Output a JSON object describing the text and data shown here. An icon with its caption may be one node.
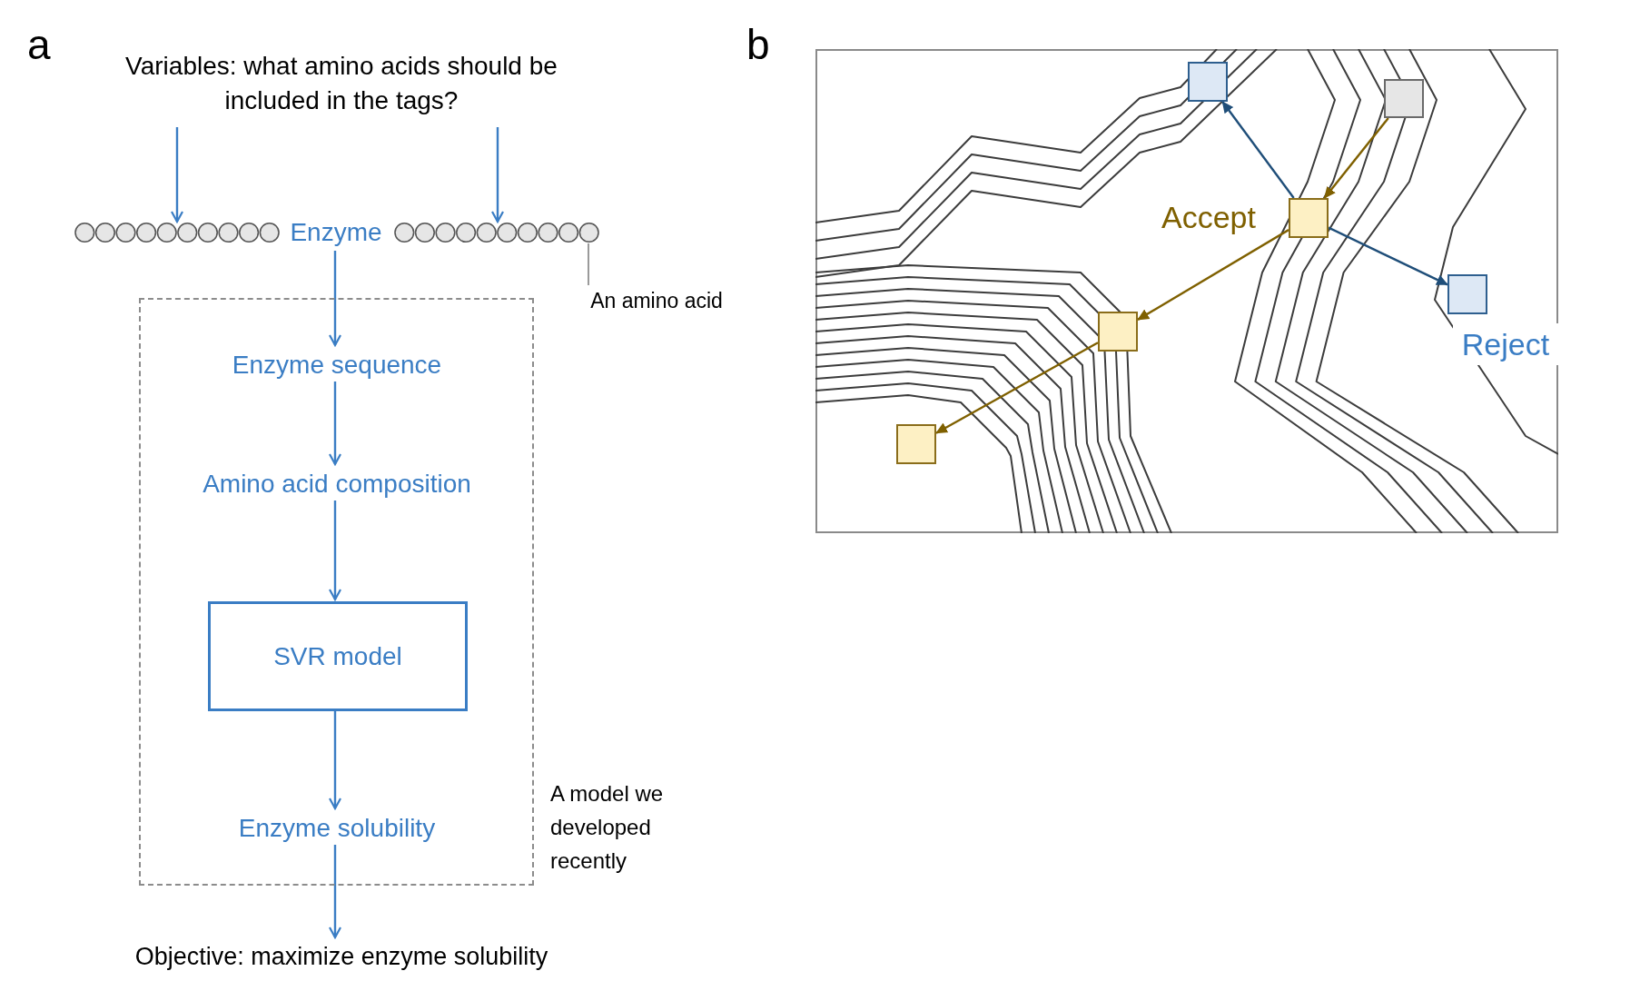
{
  "diagram": {
    "nodes": [
      {
        "text": [
          "Variables: what amino acids should be included in the tags?"
        ]
      },
      {
        "text": [],
        "shape": "chain"
      },
      {
        "text": [
          "Enzyme"
        ]
      },
      {
        "text": [],
        "shape": "chain"
      },
      {
        "text": [
          "An amino acid"
        ]
      },
      {
        "text": [],
        "shape": "box",
        "beside": [
          "A model we developed recently"
        ]
      },
      {
        "text": [
          "Enzyme sequence"
        ],
        "in": 5
      },
      {
        "text": [
          "Amino acid composition"
        ],
        "in": 5
      },
      {
        "text": [
          "SVR model"
        ],
        "in": 5
      },
      {
        "text": [
          "Enzyme solubility"
        ],
        "in": 5
      },
      {
        "text": [
          "Objective: maximize enzyme solubility"
        ]
      },
      {
        "text": [],
        "shape": "box"
      },
      {
        "text": [],
        "shape": "box"
      },
      {
        "text": [],
        "shape": "box"
      },
      {
        "text": [],
        "shape": "box"
      },
      {
        "text": [],
        "shape": "box"
      },
      {
        "text": [],
        "shape": "box"
      }
    ],
    "edges": [
      {
        "from": 0,
        "to": 1,
        "arrow": "to"
      },
      {
        "from": 0,
        "to": 3,
        "arrow": "to"
      },
      {
        "from": 4,
        "to": 3,
        "arrow": "none",
        "color": "#808080"
      },
      {
        "from": 2,
        "to": 6,
        "arrow": "to"
      },
      {
        "from": 6,
        "to": 7,
        "arrow": "to"
      },
      {
        "from": 7,
        "to": 8,
        "arrow": "to"
      },
      {
        "from": 8,
        "to": 9,
        "arrow": "to"
      },
      {
        "from": 9,
        "to": 10,
        "arrow": "to"
      },
      {
        "from": 12,
        "to": 13,
        "arrow": "to",
        "color": "#7f6000"
      },
      {
        "from": 13,
        "to": 11,
        "arrow": "to",
        "color": "#1f4e79"
      },
      {
        "from": 13,
        "to": 14,
        "arrow": "to",
        "color": "#1f4e79"
      },
      {
        "from": 13,
        "to": 15,
        "arrow": "to",
        "color": "#7f6000"
      },
      {
        "from": 15,
        "to": 16,
        "arrow": "to",
        "color": "#7f6000"
      }
    ],
    "labels": [
      "a",
      "b",
      "Accept",
      "Reject"
    ]
  }
}
